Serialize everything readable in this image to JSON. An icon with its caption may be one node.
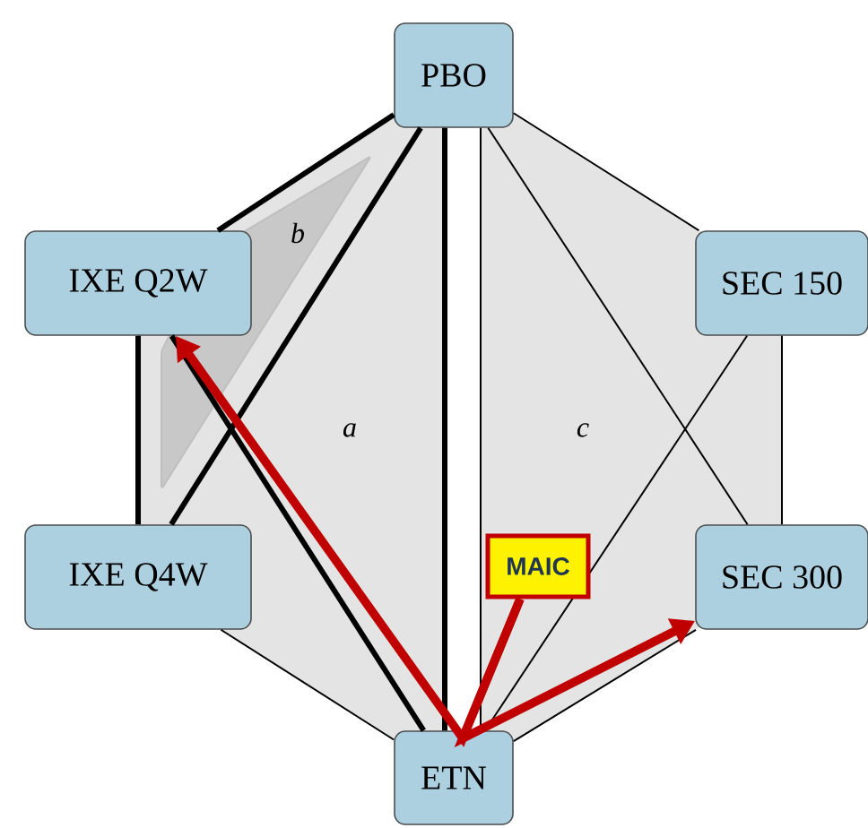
{
  "diagram": {
    "nodes": [
      {
        "text": [
          "PBO"
        ]
      },
      {
        "text": [
          "IXE Q2W"
        ]
      },
      {
        "text": [
          "SEC 150"
        ]
      },
      {
        "text": [
          "IXE Q4W"
        ]
      },
      {
        "text": [
          "SEC 300"
        ]
      },
      {
        "text": [
          "ETN"
        ]
      },
      {
        "text": [
          "MAIC"
        ]
      }
    ],
    "edges": [
      {
        "from": 0,
        "to": 1,
        "arrow": "none",
        "style": "thick"
      },
      {
        "from": 0,
        "to": 2,
        "arrow": "none"
      },
      {
        "from": 1,
        "to": 3,
        "arrow": "none",
        "style": "thick"
      },
      {
        "from": 2,
        "to": 4,
        "arrow": "none"
      },
      {
        "from": 3,
        "to": 5,
        "arrow": "none"
      },
      {
        "from": 4,
        "to": 5,
        "arrow": "none"
      },
      {
        "from": 0,
        "to": 3,
        "arrow": "none",
        "style": "thick"
      },
      {
        "from": 0,
        "to": 5,
        "arrow": "none",
        "style": "thick"
      },
      {
        "from": 0,
        "to": 5,
        "arrow": "none"
      },
      {
        "from": 0,
        "to": 4,
        "arrow": "none"
      },
      {
        "from": 2,
        "to": 5,
        "arrow": "none"
      },
      {
        "from": 1,
        "to": 5,
        "arrow": "none",
        "style": "thick"
      },
      {
        "from": 6,
        "to": 1,
        "arrow": "to",
        "style": "thick",
        "color": "#c00000"
      },
      {
        "from": 6,
        "to": 4,
        "arrow": "to",
        "style": "thick",
        "color": "#c00000"
      }
    ],
    "labels": [
      "b",
      "a",
      "c"
    ]
  }
}
